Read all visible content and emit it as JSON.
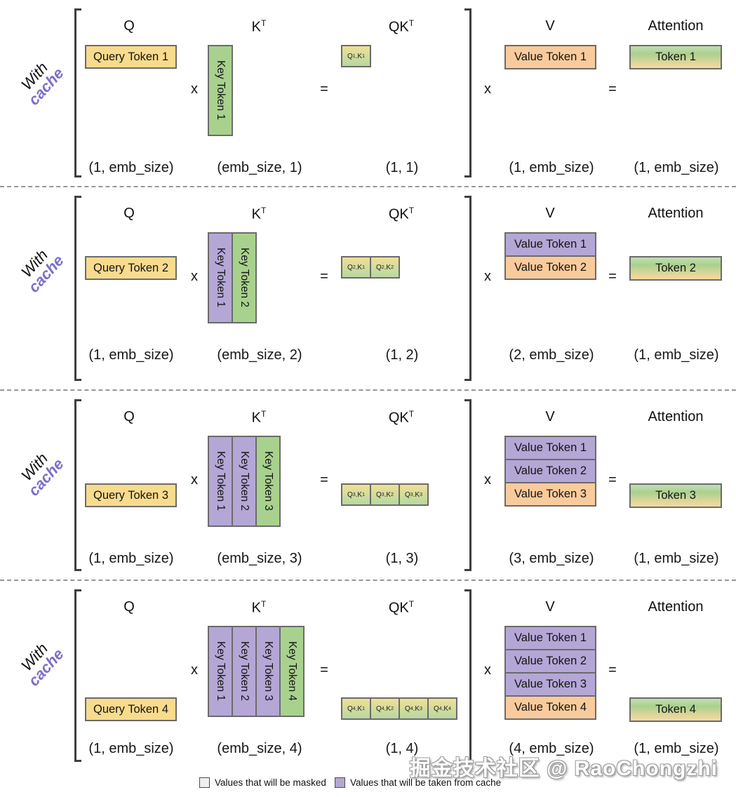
{
  "row_label": {
    "line1": "With",
    "line2": "cache"
  },
  "headers": {
    "q": "Q",
    "k_base": "K",
    "qk_base": "QK",
    "sup": "T",
    "v": "V",
    "attention": "Attention"
  },
  "operators": {
    "multiply": "x",
    "equals": "="
  },
  "colors": {
    "query_yellow": "#F8DB8D",
    "key_new_green": "#A9D18E",
    "cached_purple": "#B4A7D6",
    "value_new_orange": "#F9CB9C",
    "qk_gradient_top": "#EFE096",
    "qk_gradient_bottom": "#B7D8A0",
    "accent_purple_text": "#7B6FC9",
    "masked_gray": "#EFEFEF",
    "box_border": "#6b6b6b"
  },
  "rows": [
    {
      "index": 1,
      "query": {
        "label": "Query Token 1"
      },
      "keys": [
        {
          "label": "Key Token 1",
          "cached": false
        }
      ],
      "qk_cells": [
        {
          "q": "1",
          "k": "1"
        }
      ],
      "values": [
        {
          "label": "Value Token 1",
          "cached": false
        }
      ],
      "attention": {
        "label": "Token 1"
      },
      "dims": {
        "q": "(1, emb_size)",
        "k": "(emb_size, 1)",
        "qk": "(1, 1)",
        "v": "(1, emb_size)",
        "attention": "(1, emb_size)"
      }
    },
    {
      "index": 2,
      "query": {
        "label": "Query Token 2"
      },
      "keys": [
        {
          "label": "Key Token 1",
          "cached": true
        },
        {
          "label": "Key Token 2",
          "cached": false
        }
      ],
      "qk_cells": [
        {
          "q": "2",
          "k": "1"
        },
        {
          "q": "2",
          "k": "2"
        }
      ],
      "values": [
        {
          "label": "Value Token 1",
          "cached": true
        },
        {
          "label": "Value Token 2",
          "cached": false
        }
      ],
      "attention": {
        "label": "Token 2"
      },
      "dims": {
        "q": "(1, emb_size)",
        "k": "(emb_size, 2)",
        "qk": "(1, 2)",
        "v": "(2, emb_size)",
        "attention": "(1, emb_size)"
      }
    },
    {
      "index": 3,
      "query": {
        "label": "Query Token 3"
      },
      "keys": [
        {
          "label": "Key Token 1",
          "cached": true
        },
        {
          "label": "Key Token 2",
          "cached": true
        },
        {
          "label": "Key Token 3",
          "cached": false
        }
      ],
      "qk_cells": [
        {
          "q": "3",
          "k": "1"
        },
        {
          "q": "3",
          "k": "2"
        },
        {
          "q": "3",
          "k": "3"
        }
      ],
      "values": [
        {
          "label": "Value Token 1",
          "cached": true
        },
        {
          "label": "Value Token 2",
          "cached": true
        },
        {
          "label": "Value Token 3",
          "cached": false
        }
      ],
      "attention": {
        "label": "Token 3"
      },
      "dims": {
        "q": "(1, emb_size)",
        "k": "(emb_size, 3)",
        "qk": "(1, 3)",
        "v": "(3, emb_size)",
        "attention": "(1, emb_size)"
      }
    },
    {
      "index": 4,
      "query": {
        "label": "Query Token 4"
      },
      "keys": [
        {
          "label": "Key Token 1",
          "cached": true
        },
        {
          "label": "Key Token 2",
          "cached": true
        },
        {
          "label": "Key Token 3",
          "cached": true
        },
        {
          "label": "Key Token 4",
          "cached": false
        }
      ],
      "qk_cells": [
        {
          "q": "4",
          "k": "1"
        },
        {
          "q": "4",
          "k": "2"
        },
        {
          "q": "4",
          "k": "3"
        },
        {
          "q": "4",
          "k": "4"
        }
      ],
      "values": [
        {
          "label": "Value Token 1",
          "cached": true
        },
        {
          "label": "Value Token 2",
          "cached": true
        },
        {
          "label": "Value Token 3",
          "cached": true
        },
        {
          "label": "Value Token 4",
          "cached": false
        }
      ],
      "attention": {
        "label": "Token 4"
      },
      "dims": {
        "q": "(1, emb_size)",
        "k": "(emb_size, 4)",
        "qk": "(1, 4)",
        "v": "(4, emb_size)",
        "attention": "(1, emb_size)"
      }
    }
  ],
  "legend": {
    "masked": {
      "label": "Values that will be masked",
      "color": "#EFEFEF"
    },
    "cache": {
      "label": "Values that will be taken from cache",
      "color": "#B4A7D6"
    }
  },
  "watermark": "掘金技术社区 @ RaoChongzhi"
}
